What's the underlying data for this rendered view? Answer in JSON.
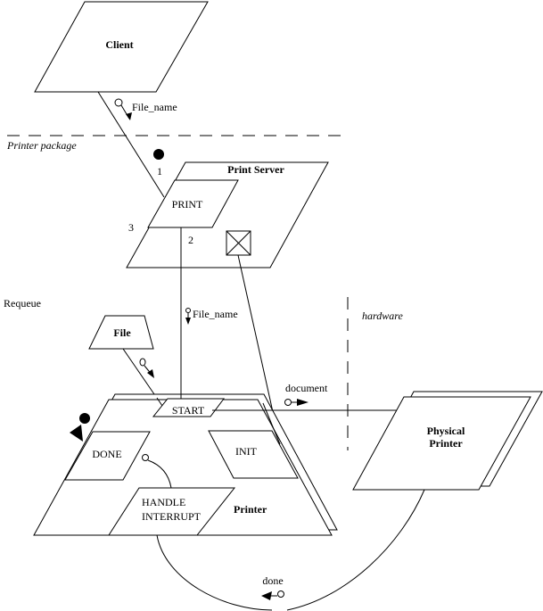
{
  "diagram": {
    "packages": {
      "printer_package_label": "Printer package",
      "hardware_label": "hardware"
    },
    "modules": {
      "client": "Client",
      "print_server": "Print Server",
      "print": "PRINT",
      "file": "File",
      "start": "START",
      "done": "DONE",
      "init": "INIT",
      "handle_interrupt_line1": "HANDLE",
      "handle_interrupt_line2": "INTERRUPT",
      "printer": "Printer",
      "physical_printer_line1": "Physical",
      "physical_printer_line2": "Printer"
    },
    "labels": {
      "requeue": "Requeue",
      "seq_1": "1",
      "seq_2": "2",
      "seq_3": "3"
    },
    "flows": {
      "client_to_print": "File_name",
      "server_to_start": "File_name",
      "start_to_physical": "document",
      "physical_to_printer": "done"
    }
  }
}
